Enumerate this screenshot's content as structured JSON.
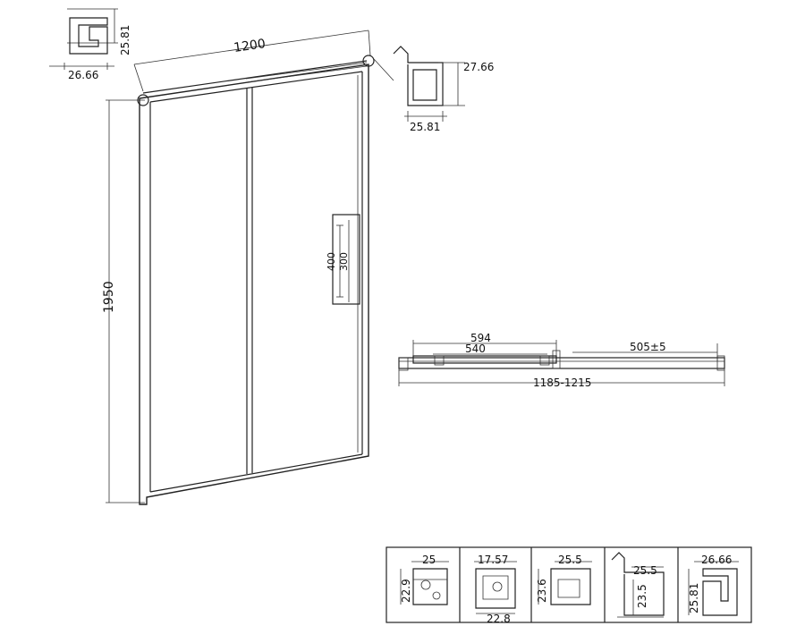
{
  "door": {
    "width_label": "1200",
    "height_label": "1950",
    "handle_outer_label": "400",
    "handle_inner_label": "300"
  },
  "top_left_profile": {
    "height_label": "25.81",
    "width_label": "26.66"
  },
  "top_right_profile": {
    "height_label": "27.66",
    "width_label": "25.81"
  },
  "plan_view": {
    "length_a": "594",
    "length_b": "540",
    "length_c": "505±5",
    "total": "1185-1215"
  },
  "profiles": [
    {
      "width": "25",
      "height": "22.9"
    },
    {
      "top": "17.57",
      "bottom": "22.8"
    },
    {
      "width": "25.5",
      "height": "23.6"
    },
    {
      "width": "25.5",
      "height": "23.5"
    },
    {
      "width": "26.66",
      "height": "25.81"
    }
  ]
}
